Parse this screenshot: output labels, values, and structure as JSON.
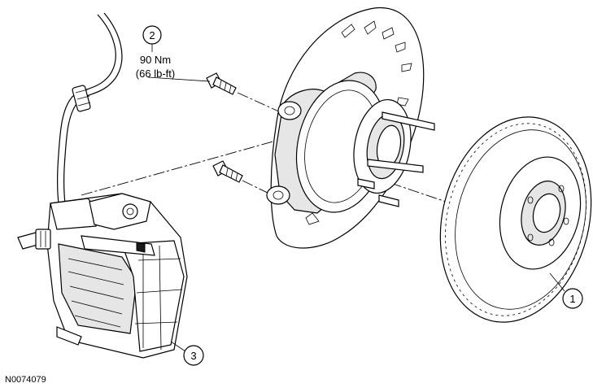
{
  "callouts": {
    "c1": "1",
    "c2": "2",
    "c3": "3"
  },
  "torque": {
    "metric": "90 Nm",
    "imperial": "(66 lb-ft)"
  },
  "figure_id": "N0074079",
  "icons": [
    "brake-rotor-icon",
    "hub-knuckle-icon",
    "caliper-bracket-icon",
    "caliper-bolt-icon",
    "brake-hose-icon"
  ],
  "colors": {
    "line": "#000000",
    "shade": "#e6e6e6",
    "background": "#ffffff"
  }
}
